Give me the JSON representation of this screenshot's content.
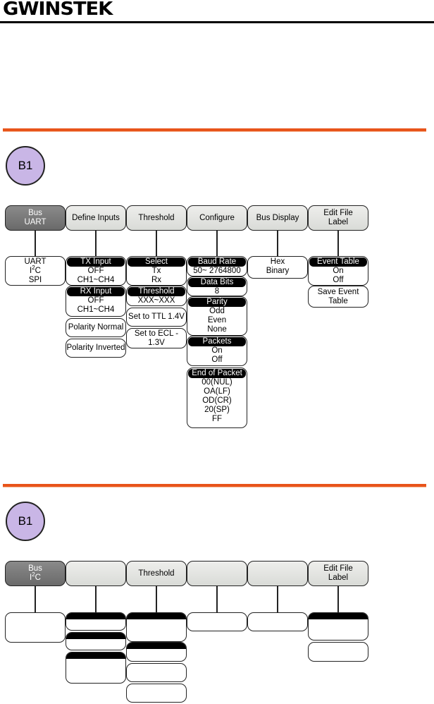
{
  "header": {
    "logo_text": "GWINSTEK"
  },
  "colors": {
    "accent_rule": "#e8541a",
    "badge_fill": "#c9b6e6",
    "bus_key": "#7a7a7a"
  },
  "section1": {
    "badge": "B1",
    "keys": {
      "bus_line1": "Bus",
      "bus_line2": "UART",
      "define_inputs": "Define Inputs",
      "threshold": "Threshold",
      "configure": "Configure",
      "bus_display": "Bus Display",
      "edit_file_line1": "Edit File",
      "edit_file_line2": "Label"
    },
    "bus_menu": {
      "opt1": "UART",
      "opt2_base": "I",
      "opt2_sup": "2",
      "opt2_end": "C",
      "opt3": "SPI"
    },
    "tx_input": {
      "header": "TX Input",
      "opt1": "OFF",
      "opt2": "CH1~CH4"
    },
    "rx_input": {
      "header": "RX Input",
      "opt1": "OFF",
      "opt2": "CH1~CH4"
    },
    "polarity_normal": "Polarity Normal",
    "polarity_inverted": "Polarity Inverted",
    "select": {
      "header": "Select",
      "opt1": "Tx",
      "opt2": "Rx"
    },
    "threshold_box": {
      "header": "Threshold",
      "value": "XXX~XXX"
    },
    "set_ttl": "Set to TTL 1.4V",
    "set_ecl_line1": "Set to ECL -",
    "set_ecl_line2": "1.3V",
    "baud_rate": {
      "header": "Baud Rate",
      "value": "50~ 2764800"
    },
    "data_bits": {
      "header": "Data Bits",
      "value": "8"
    },
    "parity": {
      "header": "Parity",
      "opt1": "Odd",
      "opt2": "Even",
      "opt3": "None"
    },
    "packets": {
      "header": "Packets",
      "opt1": "On",
      "opt2": "Off"
    },
    "end_of_packet": {
      "header": "End of Packet",
      "opt1": "00(NUL)",
      "opt2": "OA(LF)",
      "opt3": "OD(CR)",
      "opt4": "20(SP)",
      "opt5": "FF"
    },
    "display": {
      "opt1": "Hex",
      "opt2": "Binary"
    },
    "event_table": {
      "header": "Event Table",
      "opt1": "On",
      "opt2": "Off"
    },
    "save_event_line1": "Save Event",
    "save_event_line2": "Table"
  },
  "section2": {
    "badge": "B1",
    "keys": {
      "bus_line1": "Bus",
      "bus_line2_base": "I",
      "bus_line2_sup": "2",
      "bus_line2_end": "C",
      "threshold": "Threshold",
      "edit_file_line1": "Edit File",
      "edit_file_line2": "Label"
    }
  }
}
